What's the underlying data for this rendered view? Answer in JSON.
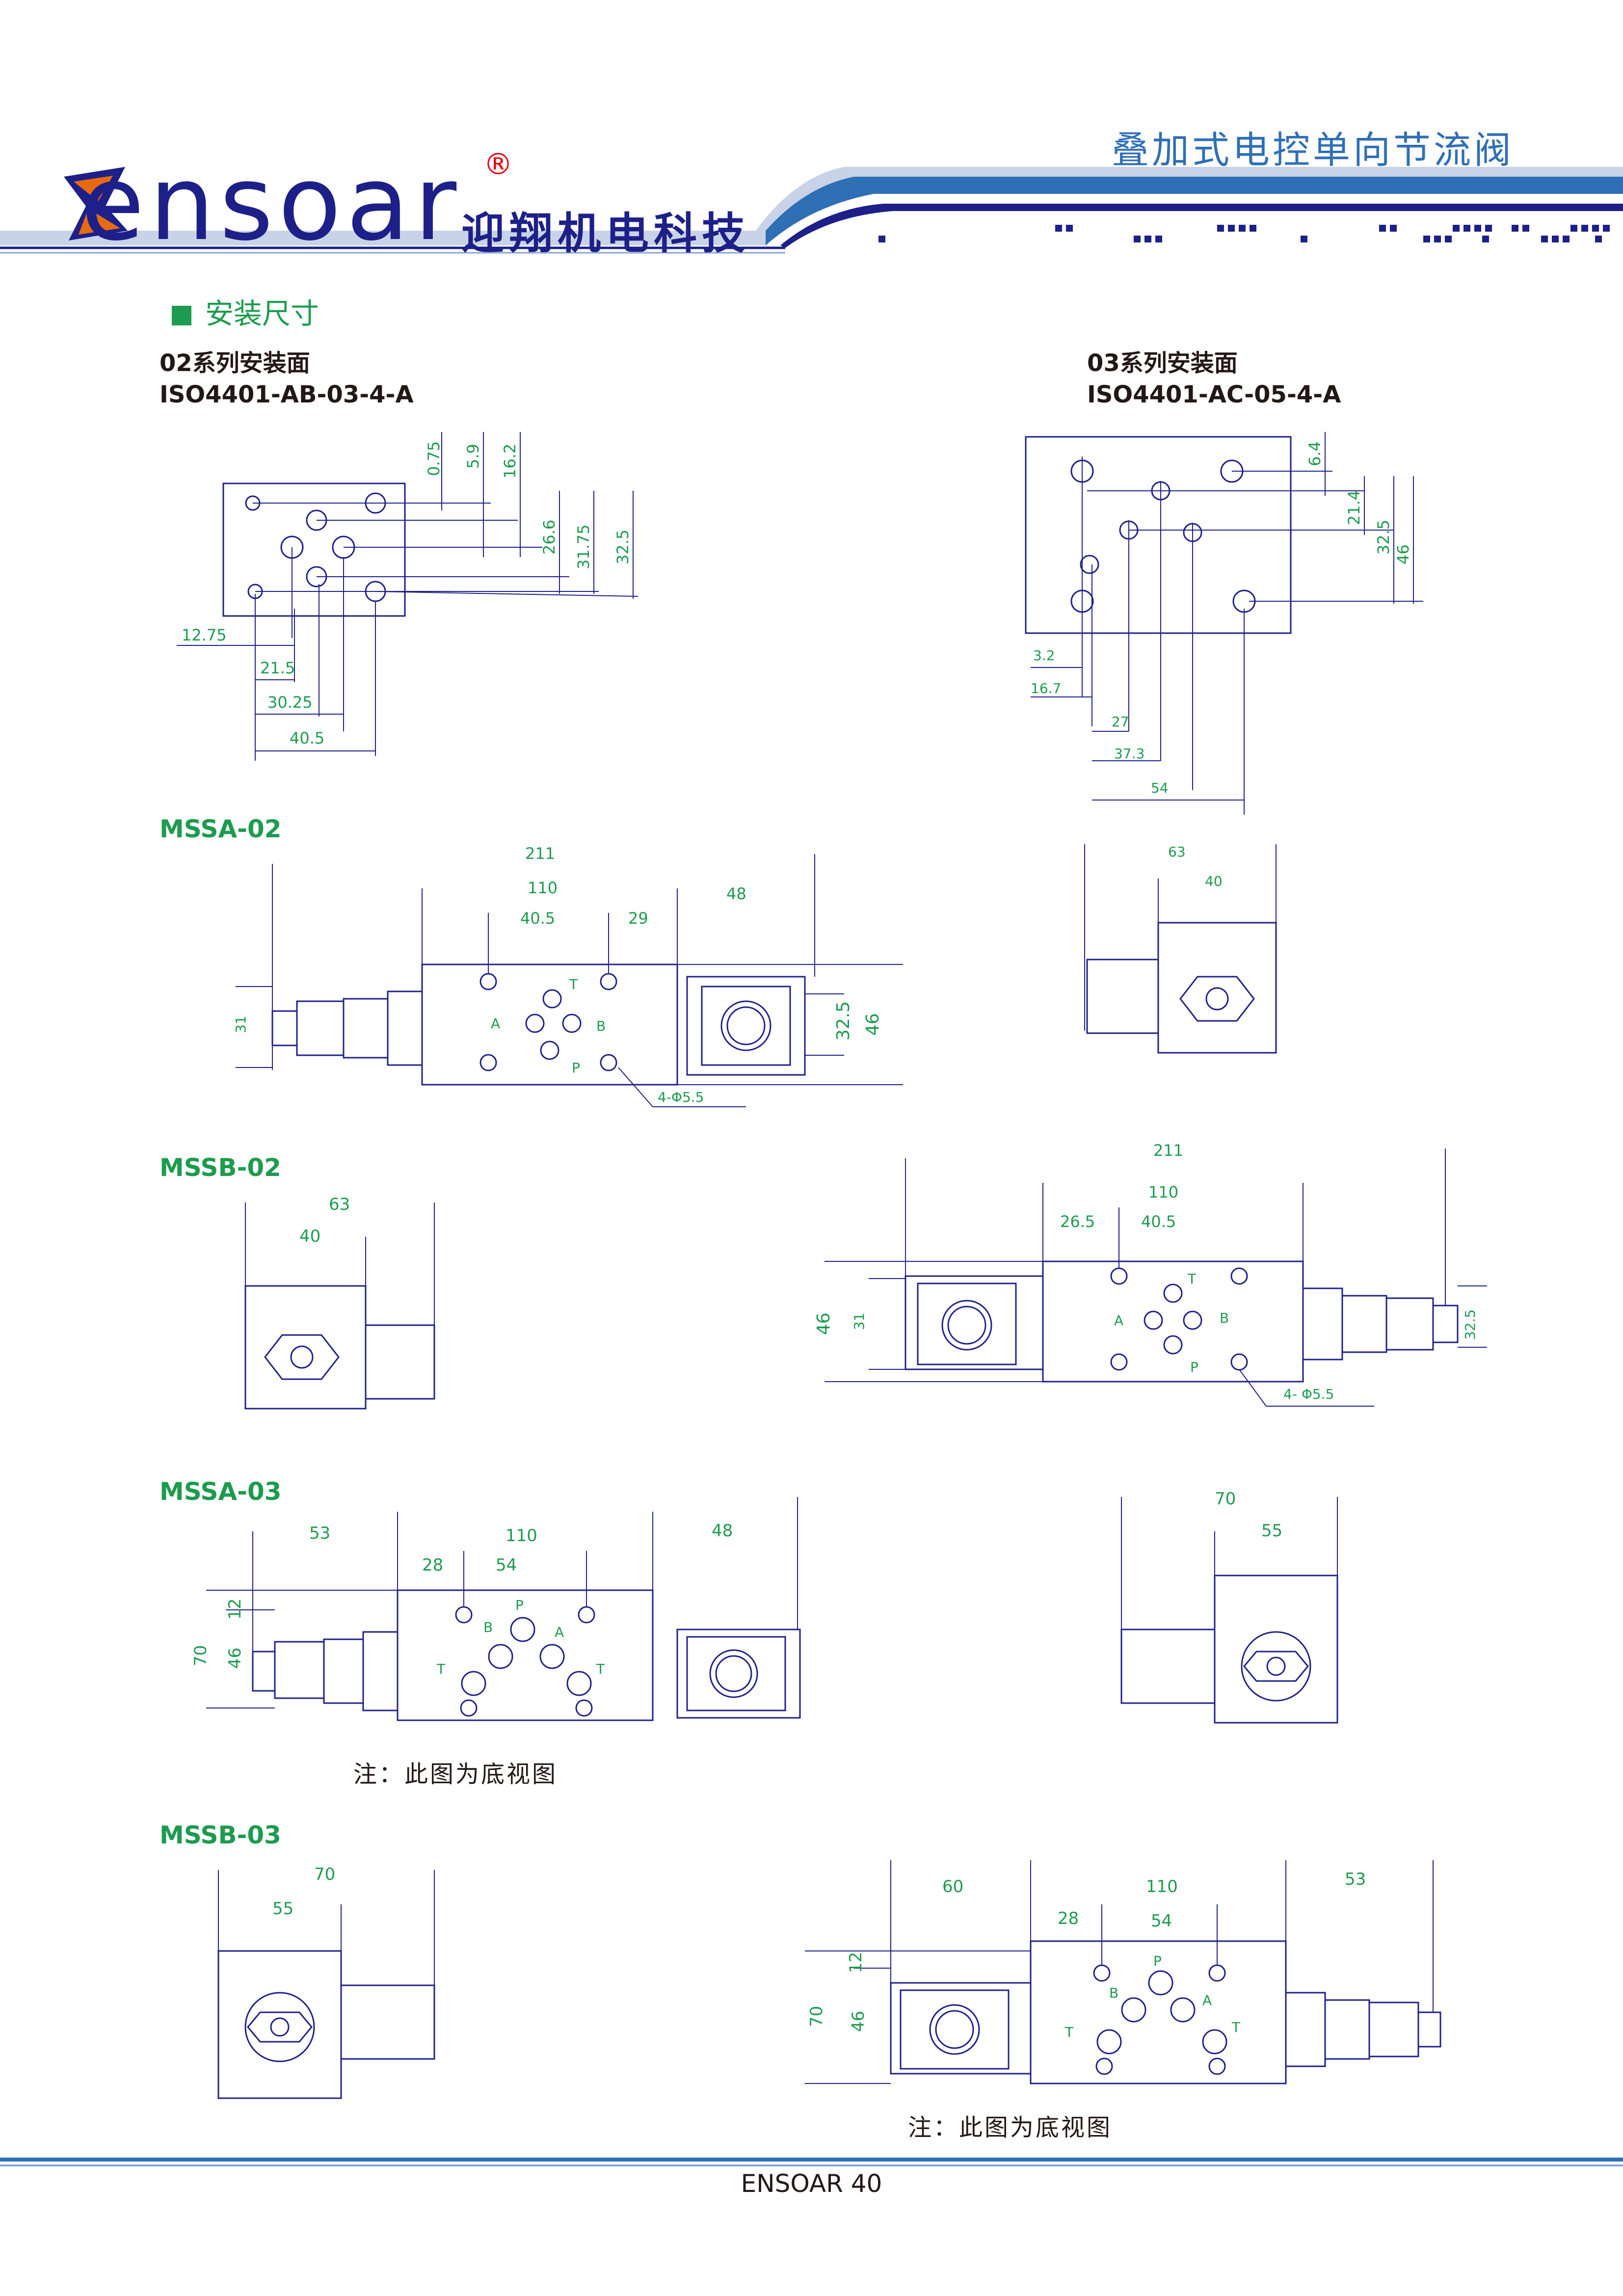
{
  "header": {
    "brand": "ensoar",
    "registered_mark": "®",
    "company_cn": "迎翔机电科技",
    "doc_title": "叠加式电控单向节流阀"
  },
  "section_title": "安装尺寸",
  "mounting": {
    "s02": {
      "label": "02系列安装面",
      "code": "ISO4401-AB-03-4-A",
      "dims": [
        "0.75",
        "5.9",
        "16.2",
        "26.6",
        "31.75",
        "32.5",
        "12.75",
        "21.5",
        "30.25",
        "40.5"
      ]
    },
    "s03": {
      "label": "03系列安装面",
      "code": "ISO4401-AC-05-4-A",
      "dims": [
        "6.4",
        "21.4",
        "32.5",
        "46",
        "3.2",
        "16.7",
        "27",
        "37.3",
        "54"
      ]
    }
  },
  "models": {
    "mssa02": {
      "name": "MSSA-02",
      "dims": [
        "211",
        "110",
        "48",
        "40.5",
        "29",
        "31",
        "32.5",
        "46",
        "4-Φ5.5"
      ],
      "side_dims": [
        "63",
        "40"
      ]
    },
    "mssb02": {
      "name": "MSSB-02",
      "dims": [
        "211",
        "110",
        "26.5",
        "40.5",
        "46",
        "31",
        "32.5",
        "4- Φ5.5"
      ],
      "side_dims": [
        "63",
        "40"
      ]
    },
    "mssa03": {
      "name": "MSSA-03",
      "dims": [
        "53",
        "110",
        "48",
        "28",
        "54",
        "70",
        "12",
        "46"
      ],
      "side_dims": [
        "70",
        "55"
      ],
      "note": "注：此图为底视图"
    },
    "mssb03": {
      "name": "MSSB-03",
      "dims": [
        "60",
        "110",
        "53",
        "28",
        "54",
        "12",
        "70",
        "46"
      ],
      "side_dims": [
        "70",
        "55"
      ],
      "note": "注：此图为底视图"
    }
  },
  "port_labels": {
    "p": "P",
    "t": "T",
    "a": "A",
    "b": "B"
  },
  "footer": "ENSOAR  40",
  "colors": {
    "line": "#1d2088",
    "dim": "#1d9b4e",
    "brand_red": "#e60012",
    "title_blue": "#2f6fb6"
  }
}
